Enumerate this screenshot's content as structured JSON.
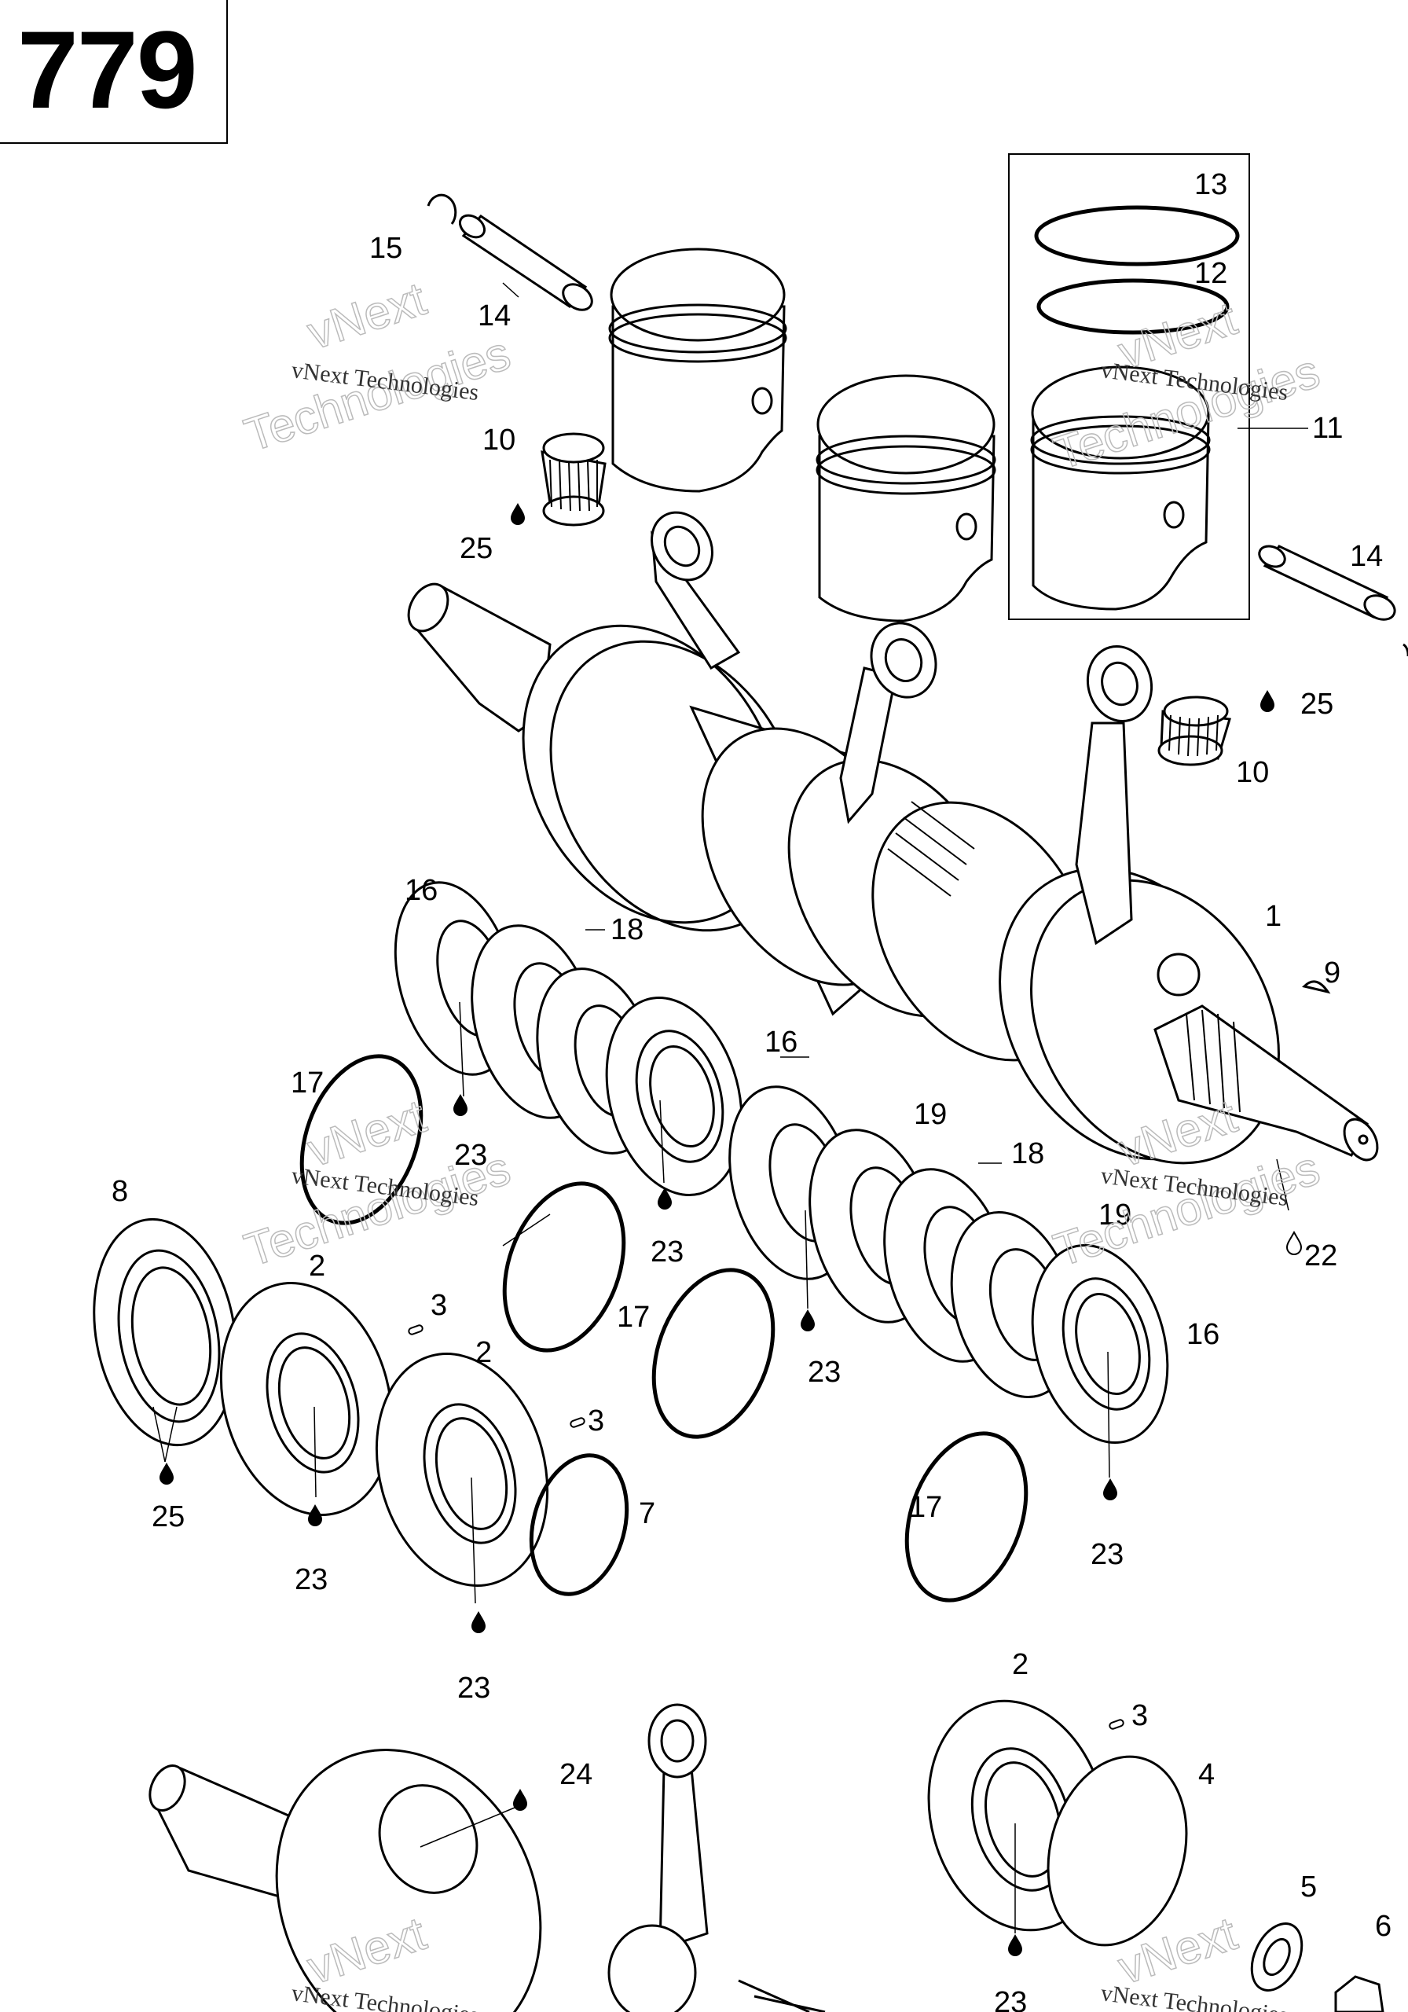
{
  "page": {
    "number": "779"
  },
  "watermark": {
    "small": "vNext Technologies",
    "big_top": "vNext",
    "big_bottom": "Technologies"
  },
  "callouts": [
    "1",
    "2",
    "3",
    "4",
    "5",
    "6",
    "7",
    "8",
    "9",
    "10",
    "11",
    "12",
    "13",
    "14",
    "15",
    "16",
    "17",
    "18",
    "19",
    "22",
    "23",
    "24",
    "25"
  ],
  "lubricant_icon": "oil-drop-icon",
  "colors": {
    "ink": "#000000",
    "paper": "#ffffff",
    "watermark": "#bbbbbb"
  }
}
